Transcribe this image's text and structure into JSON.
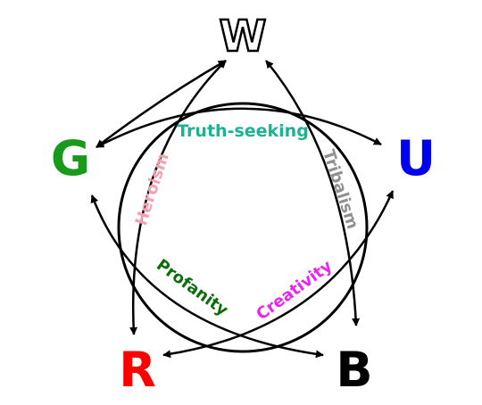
{
  "nodes": {
    "w": {
      "label": "W",
      "color": "#ffffff",
      "stroke": "#000000"
    },
    "u": {
      "label": "U",
      "color": "#0000ee"
    },
    "b": {
      "label": "B",
      "color": "#000000"
    },
    "r": {
      "label": "R",
      "color": "#ff0000"
    },
    "g": {
      "label": "G",
      "color": "#1a9a1a"
    }
  },
  "labels": {
    "truth_seeking": {
      "text": "Truth-seeking",
      "color": "#1ab394"
    },
    "tribalism": {
      "text": "Tribalism",
      "color": "#909090"
    },
    "creativity": {
      "text": "Creativity",
      "color": "#ee22ee"
    },
    "profanity": {
      "text": "Profanity",
      "color": "#0a6e0a"
    },
    "heroism": {
      "text": "Heroism",
      "color": "#f4a0b0"
    }
  }
}
